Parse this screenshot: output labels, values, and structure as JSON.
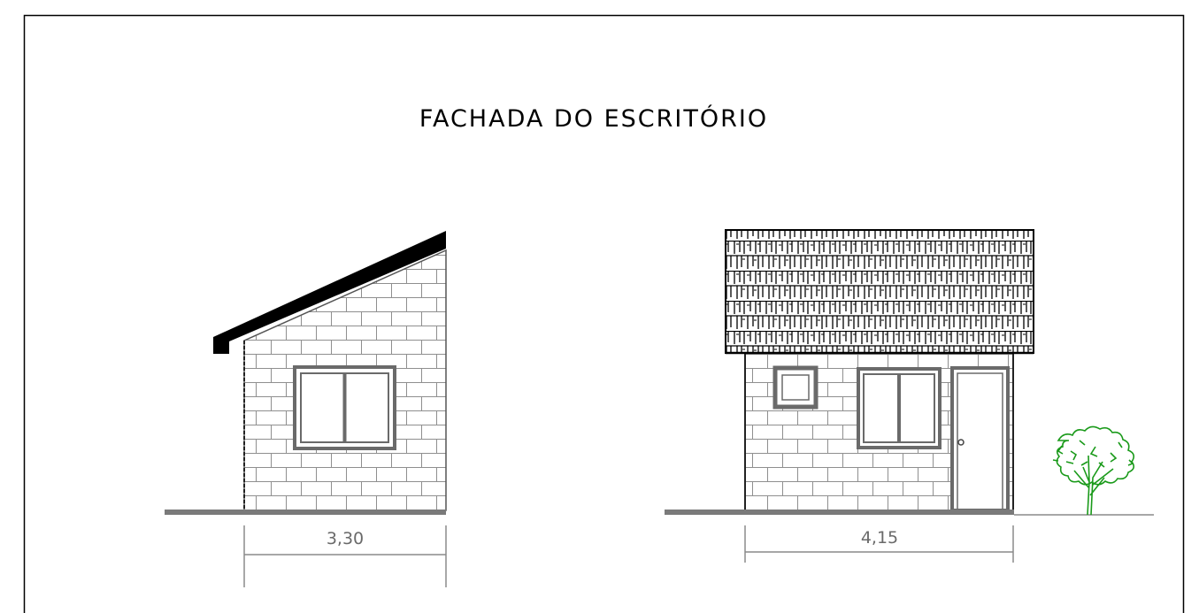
{
  "title": "FACHADA DO ESCRITÓRIO",
  "left_elevation": {
    "width_label": "3,30"
  },
  "right_elevation": {
    "width_label": "4,15"
  },
  "colors": {
    "ink": "#000000",
    "brick": "#8a8a8a",
    "frame": "#6a6a6a",
    "ground": "#7a7a7a",
    "dimension": "#8a8a8a",
    "tree": "#1a9a1a"
  }
}
